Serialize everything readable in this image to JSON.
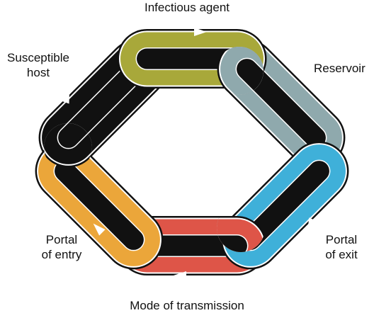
{
  "labels": {
    "infectious_agent": "Infectious agent",
    "reservoir": "Reservoir",
    "portal_of_exit_line1": "Portal",
    "portal_of_exit_line2": "of exit",
    "mode_of_transmission": "Mode of transmission",
    "portal_of_entry_line1": "Portal",
    "portal_of_entry_line2": "of entry",
    "susceptible_host_line1": "Susceptible",
    "susceptible_host_line2": "host"
  },
  "links": [
    {
      "name": "infectious-agent",
      "color": "#a8a83a"
    },
    {
      "name": "reservoir",
      "color": "#8fa9ad"
    },
    {
      "name": "portal-of-exit",
      "color": "#3fb0d9"
    },
    {
      "name": "mode-of-transmission",
      "color": "#de5548"
    },
    {
      "name": "portal-of-entry",
      "color": "#eba63a"
    },
    {
      "name": "susceptible-host",
      "color": "#111111"
    }
  ],
  "colors": {
    "outline": "#111111",
    "arrow": "#ffffff",
    "background": "#ffffff"
  }
}
